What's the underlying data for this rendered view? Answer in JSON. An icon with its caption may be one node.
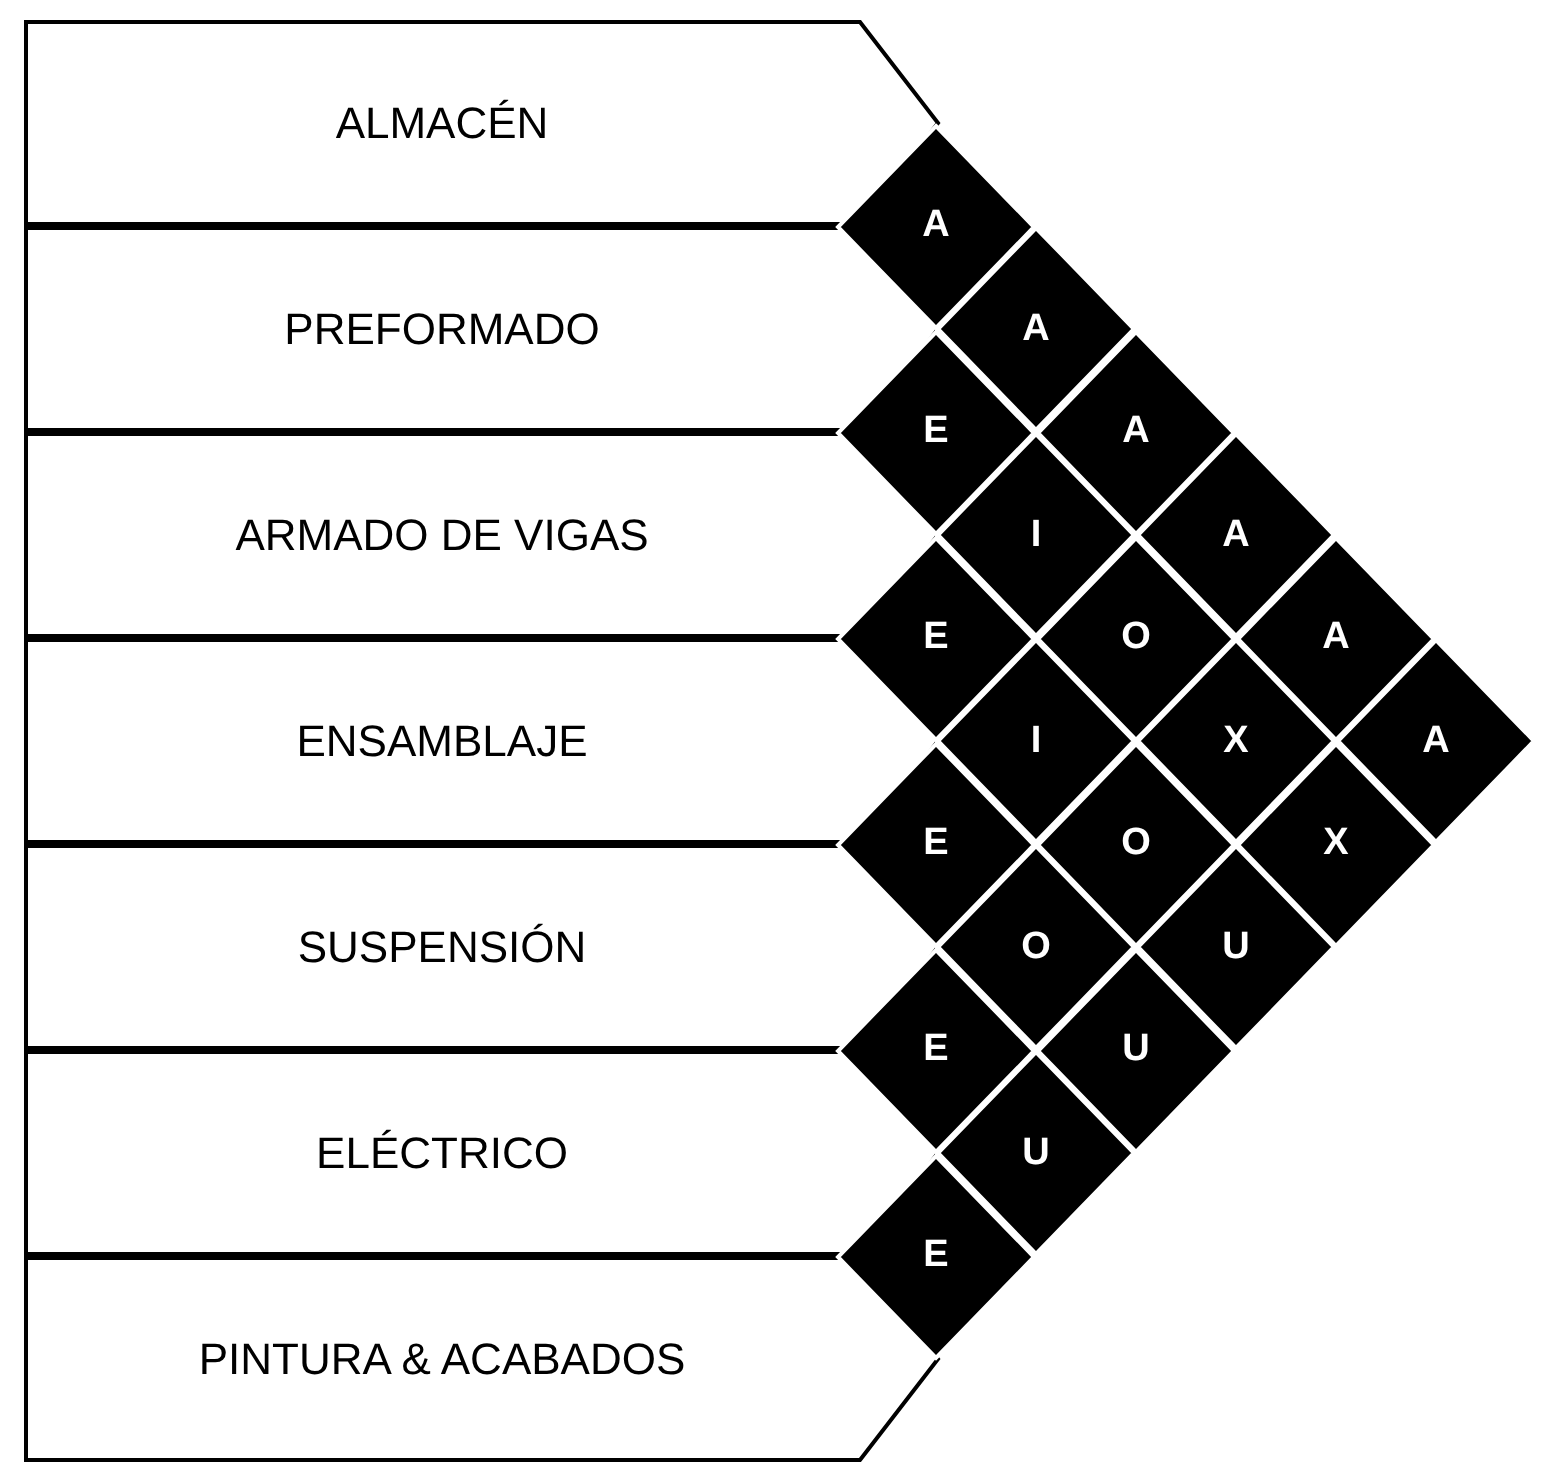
{
  "diagram": {
    "nodes": [
      {
        "text": [
          "ALMACÉN"
        ]
      },
      {
        "text": [
          "PREFORMADO"
        ]
      },
      {
        "text": [
          "ARMADO DE VIGAS"
        ]
      },
      {
        "text": [
          "ENSAMBLAJE"
        ]
      },
      {
        "text": [
          "SUSPENSIÓN"
        ]
      },
      {
        "text": [
          "ELÉCTRICO"
        ]
      },
      {
        "text": [
          "PINTURA & ACABADOS"
        ]
      }
    ],
    "labels": [
      "A",
      "A",
      "A",
      "A",
      "A",
      "A",
      "E",
      "I",
      "O",
      "X",
      "X",
      "E",
      "I",
      "O",
      "U",
      "E",
      "O",
      "U",
      "E",
      "U",
      "E"
    ]
  }
}
